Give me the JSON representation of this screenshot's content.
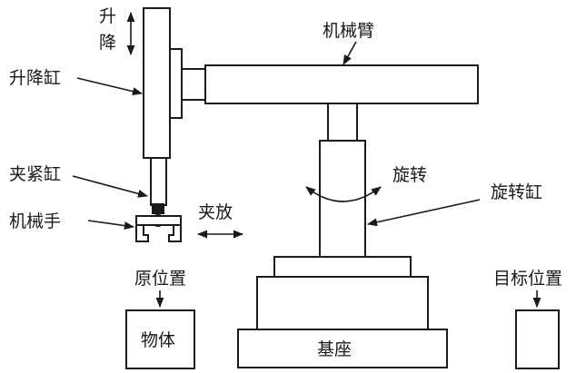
{
  "labels": {
    "lift_motion_top": "升",
    "lift_motion_bottom": "降",
    "lift_cylinder": "升降缸",
    "arm": "机械臂",
    "clamp_cylinder": "夹紧缸",
    "gripper": "机械手",
    "clamp_release": "夹放",
    "rotation": "旋转",
    "rotary_cylinder": "旋转缸",
    "origin_position": "原位置",
    "object": "物体",
    "target_position": "目标位置",
    "base": "基座"
  },
  "colors": {
    "stroke": "#1a1a1a",
    "fill": "#ffffff"
  }
}
